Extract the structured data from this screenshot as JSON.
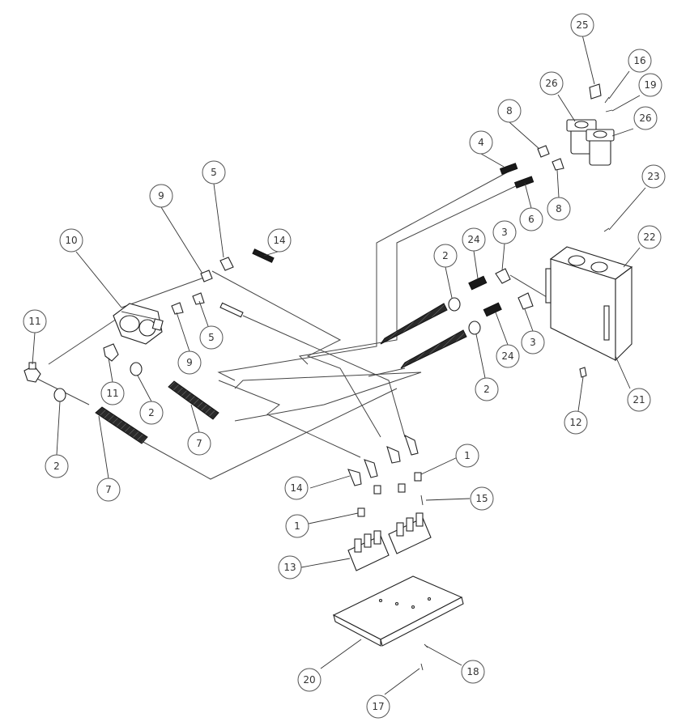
{
  "callouts": [
    "1",
    "1",
    "2",
    "2",
    "2",
    "2",
    "3",
    "3",
    "4",
    "5",
    "5",
    "6",
    "7",
    "7",
    "8",
    "8",
    "9",
    "9",
    "10",
    "11",
    "11",
    "12",
    "13",
    "14",
    "14",
    "15",
    "16",
    "17",
    "18",
    "19",
    "20",
    "21",
    "22",
    "23",
    "24",
    "24",
    "25",
    "26",
    "26"
  ],
  "colors": {
    "ink": "#222222",
    "leader": "#333333",
    "background": "#ffffff",
    "hose": "#1a1a1a"
  }
}
